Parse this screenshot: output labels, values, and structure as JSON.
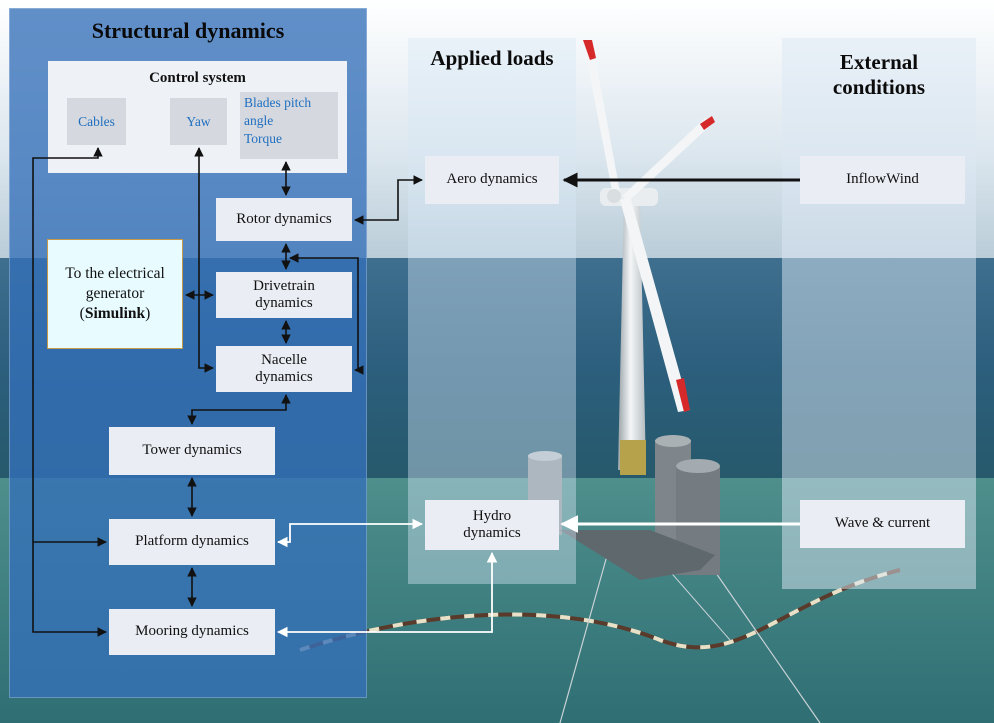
{
  "colors": {
    "structural_panel": "#3470b8",
    "box_fill": "#eaedf4",
    "control_label": "#1f6fc0",
    "electrical_fill": "#e8fbff",
    "arrow_black": "#111111",
    "arrow_white": "#ffffff",
    "blade_tip": "#d62a2a"
  },
  "panels": {
    "structural": {
      "title": "Structural dynamics"
    },
    "loads": {
      "title": "Applied loads"
    },
    "external": {
      "title_line1": "External",
      "title_line2": "conditions"
    }
  },
  "control_system": {
    "title": "Control system",
    "cables": "Cables",
    "yaw": "Yaw",
    "blades_line1": "Blades pitch",
    "blades_line2": "angle",
    "blades_line3": "Torque"
  },
  "electrical": {
    "line1": "To the electrical",
    "line2": "generator",
    "paren_open": "(",
    "bold": "Simulink",
    "paren_close": ")"
  },
  "structural_boxes": {
    "rotor": "Rotor dynamics",
    "drivetrain_line1": "Drivetrain",
    "drivetrain_line2": "dynamics",
    "nacelle_line1": "Nacelle",
    "nacelle_line2": "dynamics",
    "tower": "Tower dynamics",
    "platform": "Platform dynamics",
    "mooring": "Mooring dynamics"
  },
  "load_boxes": {
    "aero": "Aero dynamics",
    "hydro_line1": "Hydro",
    "hydro_line2": "dynamics"
  },
  "external_boxes": {
    "inflow": "InflowWind",
    "wave": "Wave & current"
  }
}
